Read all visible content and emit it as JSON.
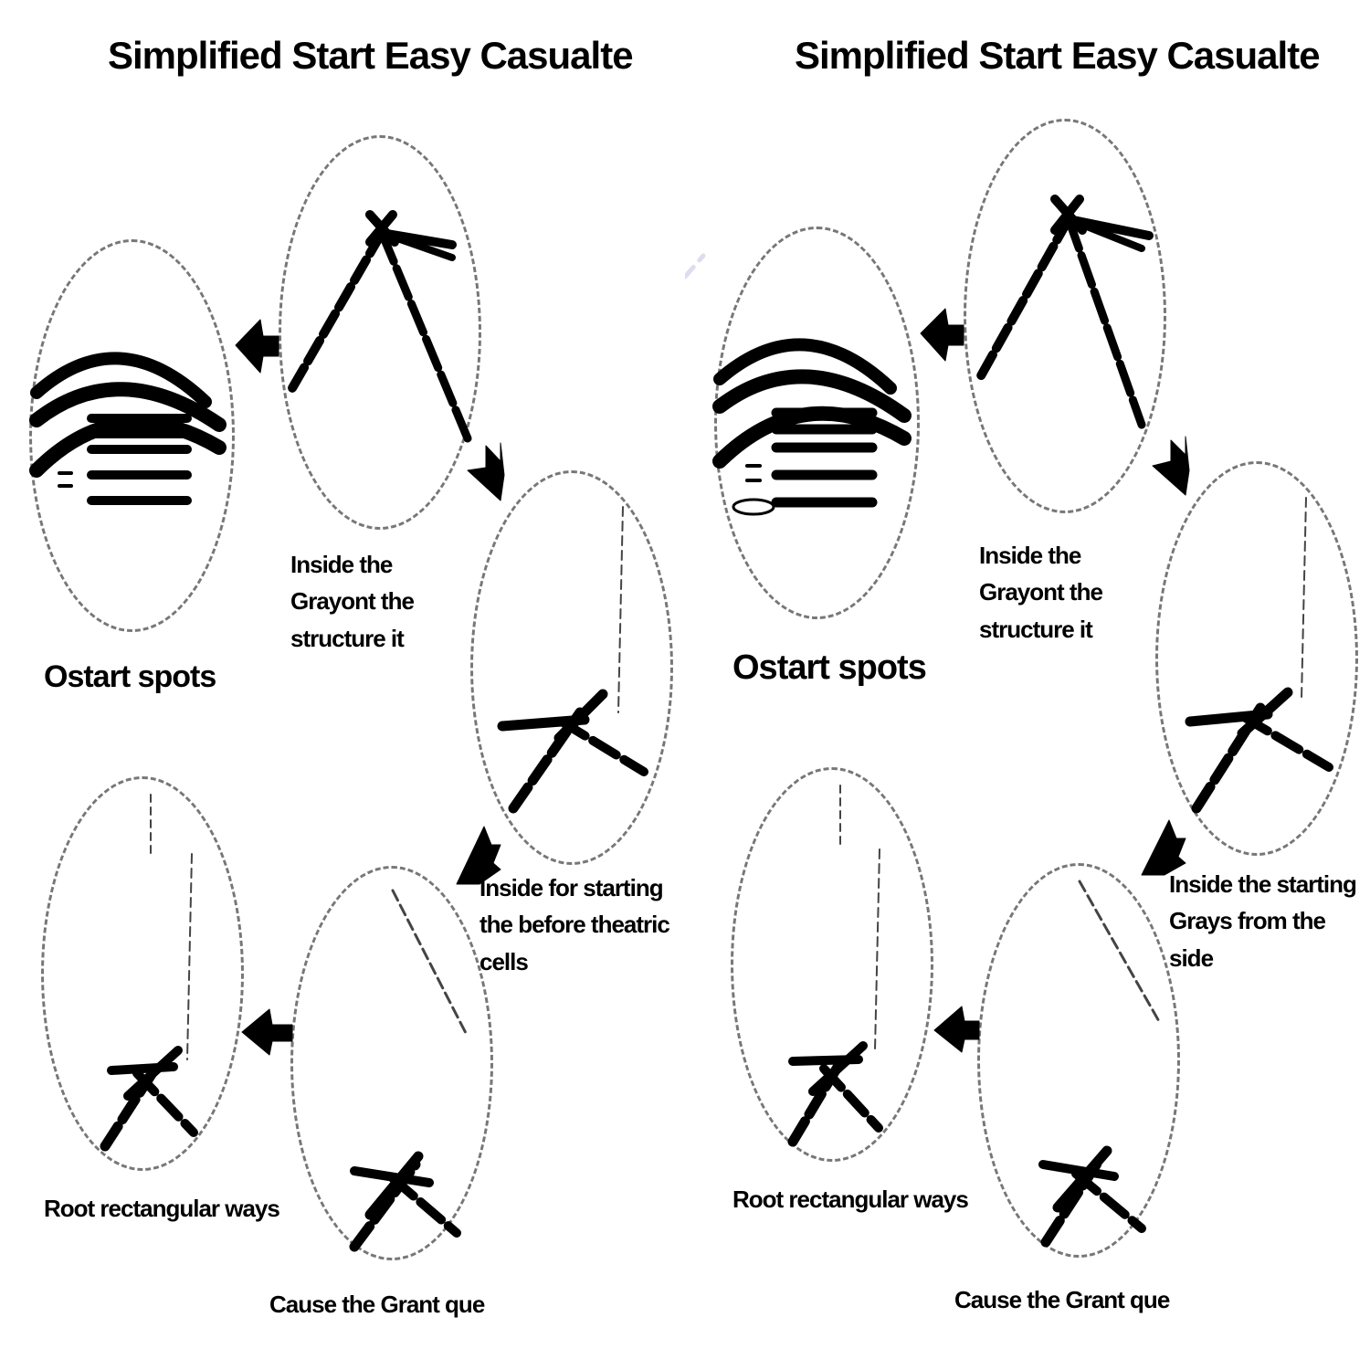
{
  "colors": {
    "ink": "#000000",
    "dash": "#777777",
    "background": "#ffffff"
  },
  "panels": [
    {
      "title": "Simplified Start Easy Casualte",
      "labels": {
        "stack": "Ostart spots",
        "top": "Inside the Grayont the structure it",
        "middle": "Inside for starting the before theatric cells",
        "bottom_left": "Root rectangular ways",
        "bottom_center": "Cause the Grant que"
      }
    },
    {
      "title": "Simplified Start Easy Casualte",
      "labels": {
        "stack": "Ostart spots",
        "top": "Inside the Grayont the structure it",
        "middle": "Inside the starting Grays from the side",
        "bottom_left": "Root rectangular ways",
        "bottom_center": "Cause the Grant que"
      }
    }
  ]
}
